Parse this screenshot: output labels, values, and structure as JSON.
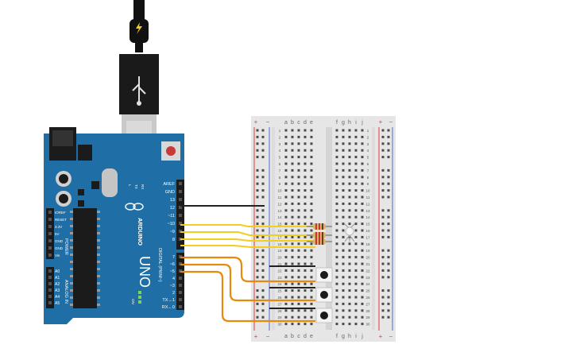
{
  "board": {
    "brand": "ARDUINO",
    "model": "UNO",
    "digital_header": "DIGITAL (PWM~)",
    "power_header": "POWER",
    "analog_header": "ANALOG IN",
    "top_pins": [
      "AREF",
      "GND",
      "13",
      "12",
      "~11",
      "~10",
      "~9",
      "8"
    ],
    "bottom_pins": [
      "7",
      "~6",
      "~5",
      "4",
      "~3",
      "2",
      "TX→1",
      "RX←0"
    ],
    "power_pins": [
      "IOREF",
      "RESET",
      "3.3V",
      "5V",
      "GND",
      "GND",
      "Vin"
    ],
    "analog_pins": [
      "A0",
      "A1",
      "A2",
      "A3",
      "A4",
      "A5"
    ],
    "leds": [
      "L",
      "TX",
      "RX"
    ],
    "on_label": "ON"
  },
  "breadboard": {
    "cols_left": [
      "a",
      "b",
      "c",
      "d",
      "e"
    ],
    "cols_right": [
      "f",
      "g",
      "h",
      "i",
      "j"
    ],
    "rows": [
      "1",
      "2",
      "3",
      "4",
      "5",
      "6",
      "7",
      "8",
      "9",
      "10",
      "11",
      "12",
      "13",
      "14",
      "15",
      "16",
      "17",
      "18",
      "19",
      "20",
      "21",
      "22",
      "23",
      "24",
      "25",
      "26",
      "27",
      "28",
      "29",
      "30"
    ],
    "rail_plus": "+",
    "rail_minus": "−"
  },
  "colors": {
    "board": "#1f6fa6",
    "wire_black": "#222222",
    "wire_yellow": "#f2cf1f",
    "wire_orange": "#e8890c",
    "breadboard": "#e6e6e6",
    "rail_red": "#e23b3b",
    "rail_blue": "#4a6fcf"
  },
  "icons": [
    "usb-plug-icon",
    "lightning-icon",
    "usb-symbol-icon"
  ]
}
